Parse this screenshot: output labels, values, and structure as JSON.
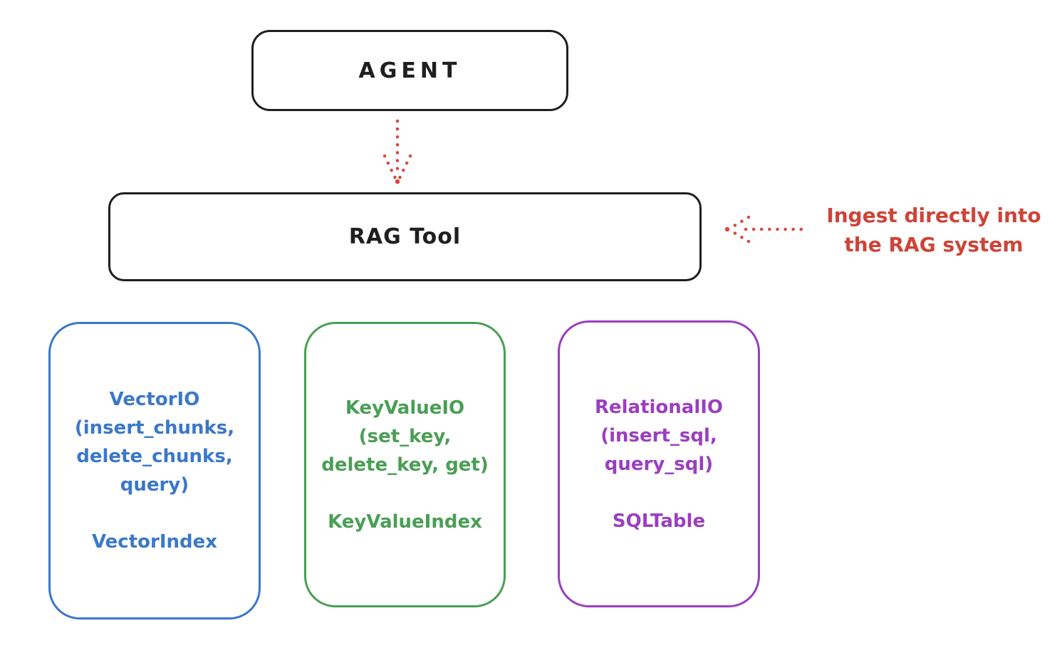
{
  "diagram": {
    "agent_label": "AGENT",
    "rag_tool_label": "RAG Tool",
    "annotation": {
      "line1": "Ingest directly into",
      "line2": "the RAG system"
    },
    "boxes": [
      {
        "name": "VectorIO",
        "lines": [
          "VectorIO",
          "(insert_chunks,",
          "delete_chunks,",
          "query)"
        ],
        "index_label": "VectorIndex",
        "color": "#3a78c9"
      },
      {
        "name": "KeyValueIO",
        "lines": [
          "KeyValueIO",
          "(set_key,",
          "delete_key, get)"
        ],
        "index_label": "KeyValueIndex",
        "color": "#4a9e55"
      },
      {
        "name": "RelationalIO",
        "lines": [
          "RelationalIO",
          "(insert_sql,",
          "query_sql)"
        ],
        "index_label": "SQLTable",
        "color": "#9b3ec0"
      }
    ],
    "colors": {
      "outline": "#1f1f1f",
      "red": "#cd4438",
      "blue": "#3a78c9",
      "green": "#4a9e55",
      "purple": "#9b3ec0",
      "background": "#ffffff"
    }
  }
}
